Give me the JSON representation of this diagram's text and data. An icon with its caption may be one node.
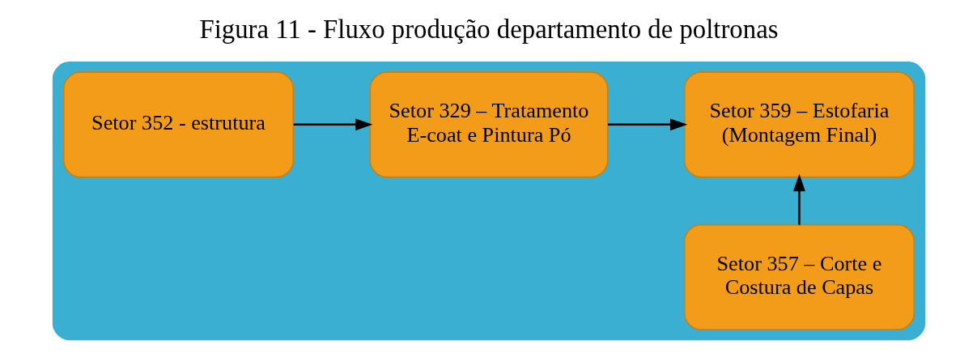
{
  "diagram": {
    "title": "Figura 11 - Fluxo produção departamento de poltronas",
    "nodes": [
      {
        "text": [],
        "shape": "box"
      },
      {
        "text": [
          "Setor 357 – Corte e Costura de Capas"
        ],
        "in": 0
      },
      {
        "text": [
          "Setor 352 - estrutura"
        ],
        "in": 0
      },
      {
        "text": [
          "Setor 329 – Tratamento E-coat e Pintura Pó"
        ],
        "in": 0
      },
      {
        "text": [
          "Setor 359 – Estofaria (Montagem Final)"
        ],
        "in": 0
      }
    ],
    "edges": [
      {
        "from": 1,
        "to": 4,
        "arrow": "to"
      },
      {
        "from": 2,
        "to": 3,
        "arrow": "to"
      },
      {
        "from": 3,
        "to": 4,
        "arrow": "to"
      }
    ]
  }
}
